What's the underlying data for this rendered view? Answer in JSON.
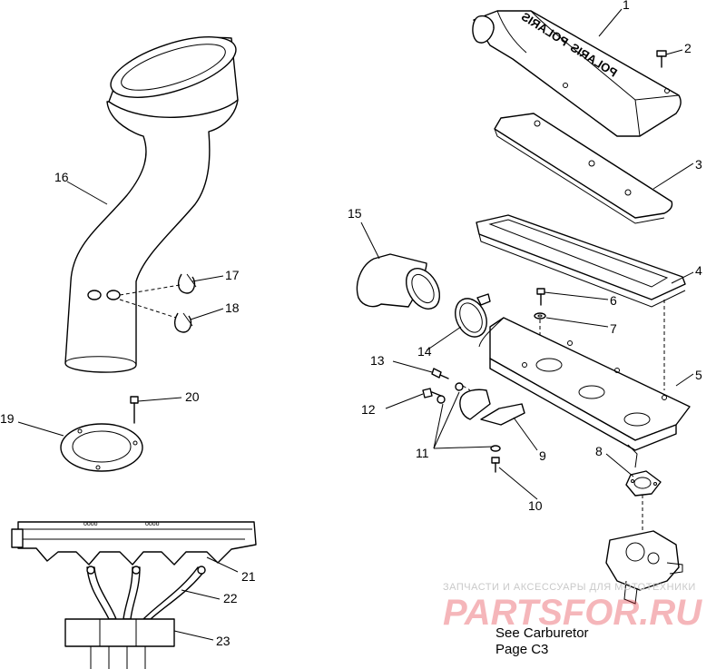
{
  "brand_text": "POLARIS",
  "callouts": [
    "1",
    "2",
    "3",
    "4",
    "5",
    "6",
    "7",
    "8",
    "9",
    "10",
    "11",
    "12",
    "13",
    "14",
    "15",
    "16",
    "17",
    "18",
    "19",
    "20",
    "21",
    "22",
    "23"
  ],
  "note": {
    "line1": "See Carburetor",
    "line2": "Page C3"
  },
  "watermark": {
    "caption": "ЗАПЧАСТИ И АКСЕССУАРЫ ДЛЯ МОТОТЕХНИКИ",
    "logo": "PARTSFOR.RU",
    "color": "#e4323c"
  }
}
